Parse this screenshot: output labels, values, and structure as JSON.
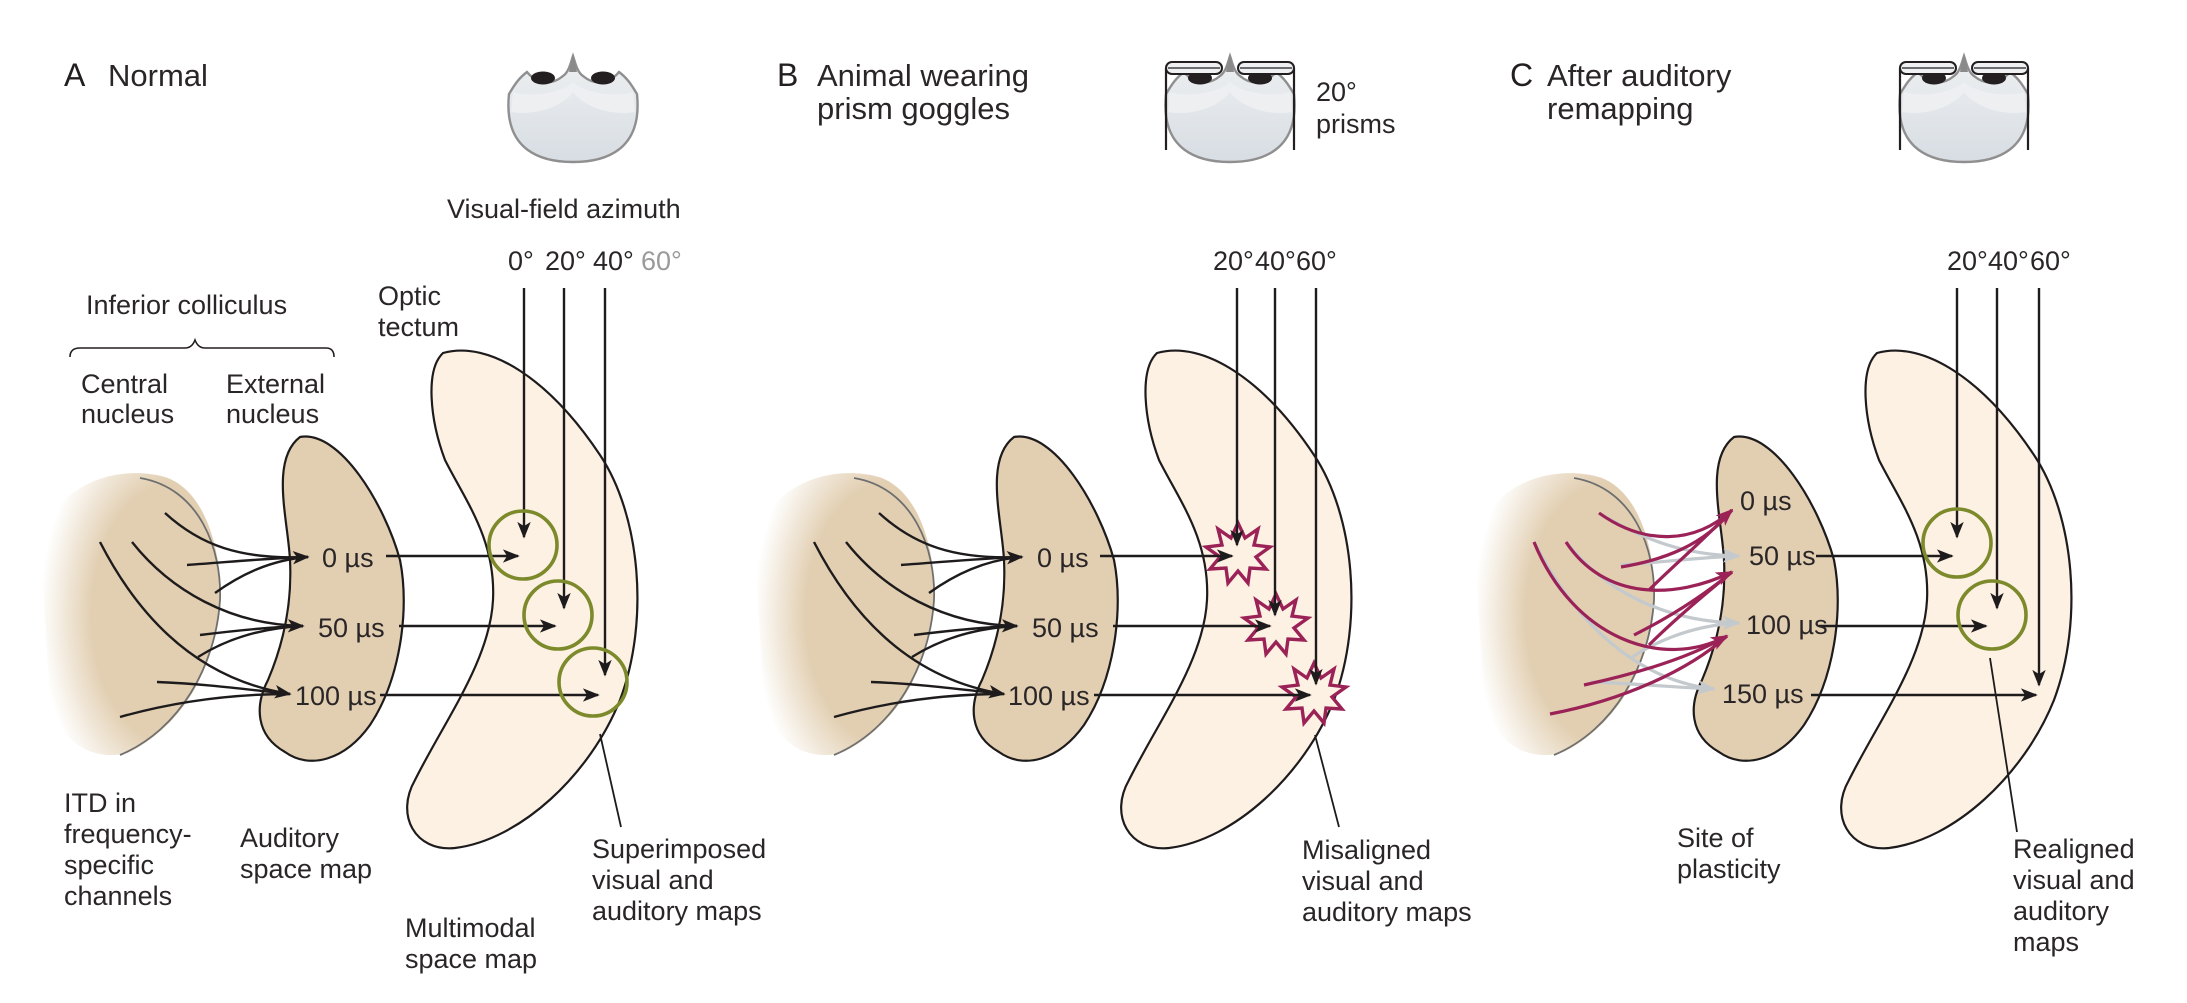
{
  "figure": {
    "panels": [
      {
        "letter": "A",
        "title_lines": [
          "Normal"
        ],
        "head": {
          "icon": "owl-head-icon",
          "goggles": false,
          "annotation_lines": []
        },
        "azimuth_title": "Visual-field azimuth",
        "azimuth_ticks": [
          {
            "label": "0°",
            "muted": false
          },
          {
            "label": "20°",
            "muted": false
          },
          {
            "label": "40°",
            "muted": false
          },
          {
            "label": "60°",
            "muted": true
          }
        ],
        "structure_labels": {
          "inferior_colliculus": "Inferior colliculus",
          "central_nucleus": [
            "Central",
            "nucleus"
          ],
          "external_nucleus": [
            "External",
            "nucleus"
          ],
          "optic_tectum": [
            "Optic",
            "tectum"
          ]
        },
        "itd_labels": [
          "0 µs",
          "50 µs",
          "100 µs"
        ],
        "bottom_labels": {
          "itd_channels": [
            "ITD in",
            "frequency-",
            "specific",
            "channels"
          ],
          "auditory_map": [
            "Auditory",
            "space map"
          ],
          "multimodal_map": [
            "Multimodal",
            "space map"
          ],
          "result": [
            "Superimposed",
            "visual and",
            "auditory maps"
          ]
        },
        "target_marker": "circle"
      },
      {
        "letter": "B",
        "title_lines": [
          "Animal wearing",
          "prism goggles"
        ],
        "head": {
          "icon": "owl-head-with-prism-goggles-icon",
          "goggles": true,
          "annotation_lines": [
            "20°",
            "prisms"
          ]
        },
        "azimuth_ticks": [
          {
            "label": "20°",
            "muted": false
          },
          {
            "label": "40°",
            "muted": false
          },
          {
            "label": "60°",
            "muted": false
          }
        ],
        "itd_labels": [
          "0 µs",
          "50 µs",
          "100 µs"
        ],
        "bottom_labels": {
          "result": [
            "Misaligned",
            "visual and",
            "auditory maps"
          ]
        },
        "target_marker": "starburst"
      },
      {
        "letter": "C",
        "title_lines": [
          "After auditory",
          "remapping"
        ],
        "head": {
          "icon": "owl-head-with-prism-goggles-icon",
          "goggles": true,
          "annotation_lines": []
        },
        "azimuth_ticks": [
          {
            "label": "20°",
            "muted": false
          },
          {
            "label": "40°",
            "muted": false
          },
          {
            "label": "60°",
            "muted": false
          }
        ],
        "itd_labels": [
          "0 µs",
          "50 µs",
          "100 µs",
          "150 µs"
        ],
        "bottom_labels": {
          "plasticity": [
            "Site of",
            "plasticity"
          ],
          "result": [
            "Realigned",
            "visual and",
            "auditory",
            "maps"
          ]
        },
        "target_marker": "circle"
      }
    ],
    "colors": {
      "central_nucleus_fill": "#e2cfb2",
      "external_nucleus_fill": "#e2cfb2",
      "tectum_fill": "#fdf1e3",
      "outline": "#1e1b1c",
      "alignment_circle": "#7c8a2c",
      "misalignment_burst": "#9b2257",
      "new_projection": "#9b2257",
      "old_projection": "#c3c9cd",
      "head_light": "#eef0f2",
      "head_shade": "#d7dde3",
      "muted_tick": "#9a9a9a"
    }
  }
}
